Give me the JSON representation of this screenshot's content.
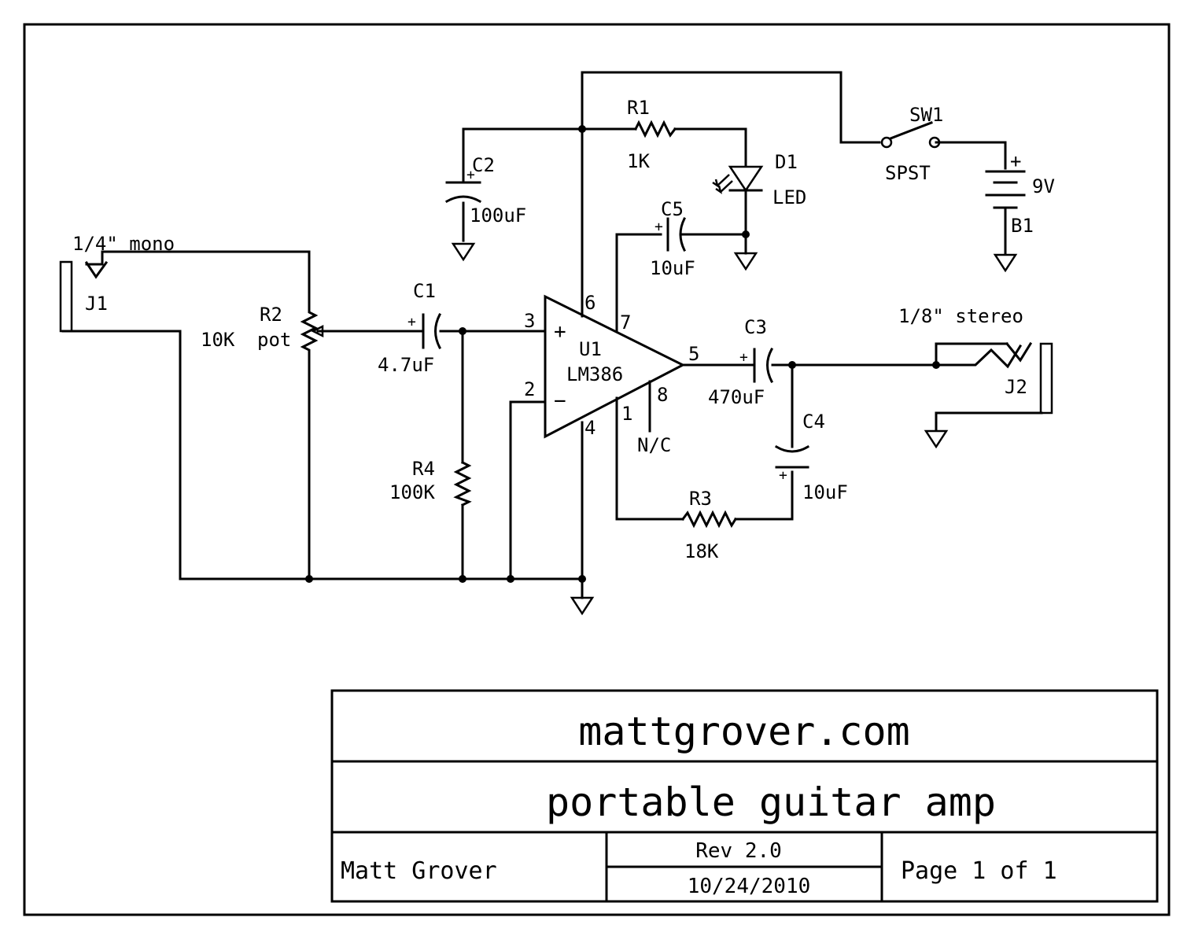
{
  "title_block": {
    "website": "mattgrover.com",
    "title": "portable guitar amp",
    "author": "Matt Grover",
    "revision": "Rev 2.0",
    "date": "10/24/2010",
    "page": "Page 1 of 1"
  },
  "components": {
    "j1": {
      "ref": "J1",
      "desc": "1/4\" mono"
    },
    "j2": {
      "ref": "J2",
      "desc": "1/8\" stereo"
    },
    "r1": {
      "ref": "R1",
      "value": "1K"
    },
    "r2": {
      "ref": "R2",
      "value": "10K",
      "extra": "pot"
    },
    "r3": {
      "ref": "R3",
      "value": "18K"
    },
    "r4": {
      "ref": "R4",
      "value": "100K"
    },
    "c1": {
      "ref": "C1",
      "value": "4.7uF"
    },
    "c2": {
      "ref": "C2",
      "value": "100uF"
    },
    "c3": {
      "ref": "C3",
      "value": "470uF"
    },
    "c4": {
      "ref": "C4",
      "value": "10uF"
    },
    "c5": {
      "ref": "C5",
      "value": "10uF"
    },
    "d1": {
      "ref": "D1",
      "value": "LED"
    },
    "sw1": {
      "ref": "SW1",
      "value": "SPST"
    },
    "b1": {
      "ref": "B1",
      "value": "9V"
    },
    "u1": {
      "ref": "U1",
      "value": "LM386",
      "pins": {
        "p1": "1",
        "p2": "2",
        "p3": "3",
        "p4": "4",
        "p5": "5",
        "p6": "6",
        "p7": "7",
        "p8": "8"
      },
      "pin8_note": "N/C"
    }
  },
  "symbols": {
    "plus": "+",
    "minus": "−",
    "cap_plus": "+"
  }
}
